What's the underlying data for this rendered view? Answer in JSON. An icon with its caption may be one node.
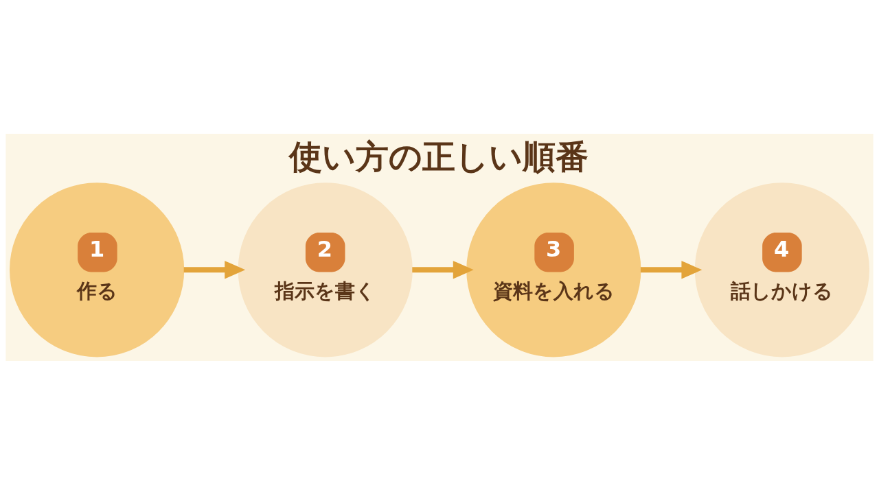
{
  "diagram": {
    "title": "使い方の正しい順番",
    "nodes": [
      {
        "text": [
          "1",
          "作る"
        ]
      },
      {
        "text": [
          "2",
          "指示を書く"
        ]
      },
      {
        "text": [
          "3",
          "資料を入れる"
        ]
      },
      {
        "text": [
          "4",
          "話しかける"
        ]
      }
    ],
    "edges": [
      {
        "from": 0,
        "to": 1,
        "arrow": "to"
      },
      {
        "from": 1,
        "to": 2,
        "arrow": "to"
      },
      {
        "from": 2,
        "to": 3,
        "arrow": "to"
      }
    ]
  }
}
